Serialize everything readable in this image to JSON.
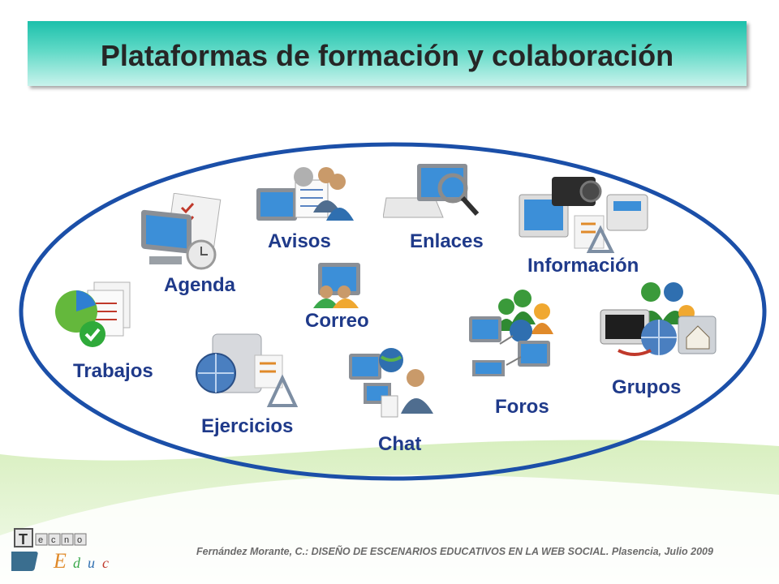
{
  "title": "Plataformas de formación y colaboración",
  "items": [
    {
      "id": "agenda",
      "label": "Agenda"
    },
    {
      "id": "avisos",
      "label": "Avisos"
    },
    {
      "id": "enlaces",
      "label": "Enlaces"
    },
    {
      "id": "informacion",
      "label": "Información"
    },
    {
      "id": "correo",
      "label": "Correo"
    },
    {
      "id": "trabajos",
      "label": "Trabajos"
    },
    {
      "id": "ejercicios",
      "label": "Ejercicios"
    },
    {
      "id": "chat",
      "label": "Chat"
    },
    {
      "id": "foros",
      "label": "Foros"
    },
    {
      "id": "grupos",
      "label": "Grupos"
    }
  ],
  "footer": "Fernández Morante, C.: DISEÑO DE ESCENARIOS EDUCATIVOS EN LA WEB SOCIAL. Plasencia, Julio 2009",
  "logo": {
    "letters_top": [
      "T",
      "e",
      "c",
      "n",
      "o"
    ],
    "letters_bottom": [
      "E",
      "d",
      "u",
      "c"
    ]
  },
  "colors": {
    "title_bar": "#2cc7b1",
    "ellipse": "#1b4fa8",
    "label": "#1f3a8a",
    "wave": "#c5e6a6"
  }
}
